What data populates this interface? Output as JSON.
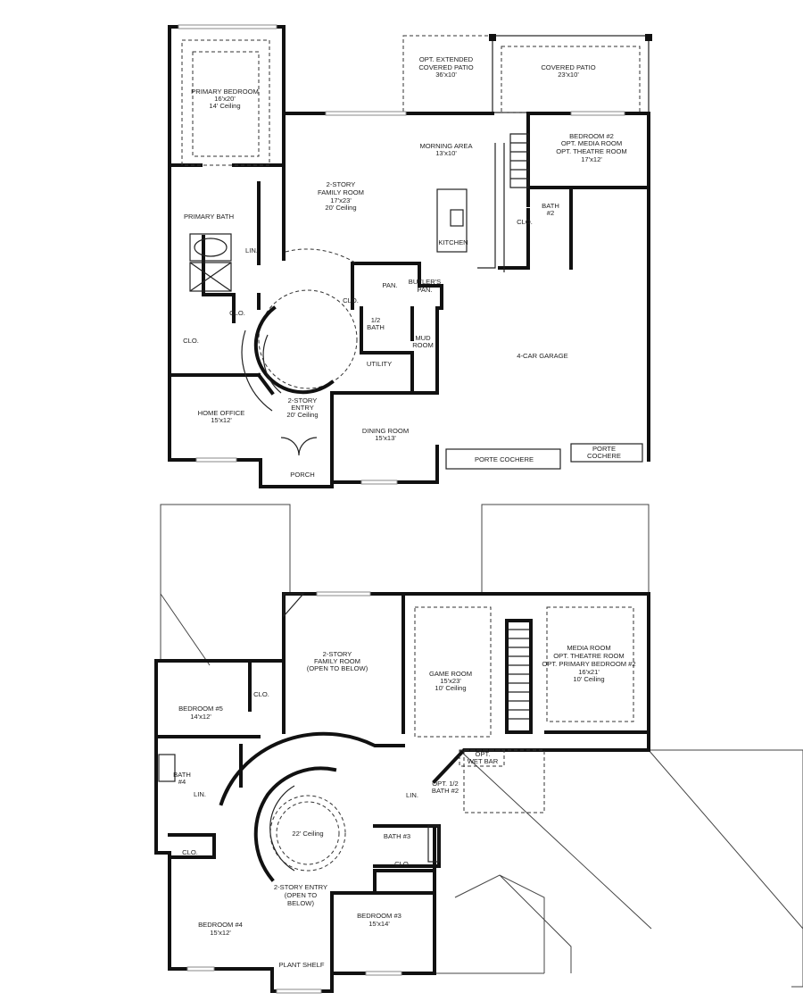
{
  "floor1": {
    "primary_bedroom": [
      "PRIMARY BEDROOM",
      "16'x20'",
      "14' Ceiling"
    ],
    "opt_patio": [
      "OPT. EXTENDED",
      "COVERED PATIO",
      "36'x10'"
    ],
    "covered_patio": [
      "COVERED PATIO",
      "23'x10'"
    ],
    "morning_area": [
      "MORNING AREA",
      "13'x10'"
    ],
    "bedroom2": [
      "BEDROOM #2",
      "OPT. MEDIA ROOM",
      "OPT. THEATRE ROOM",
      "17'x12'"
    ],
    "family_room": [
      "2-STORY",
      "FAMILY ROOM",
      "17'x23'",
      "20' Ceiling"
    ],
    "primary_bath": [
      "PRIMARY BATH"
    ],
    "kitchen": [
      "KITCHEN"
    ],
    "bath2": [
      "BATH",
      "#2"
    ],
    "clo_bath2": [
      "CLO."
    ],
    "lin": [
      "LIN."
    ],
    "pan": [
      "PAN."
    ],
    "butlers_pan": [
      "BUTLER'S",
      "PAN."
    ],
    "clo_entry": [
      "CLO."
    ],
    "half_bath": [
      "1/2",
      "BATH"
    ],
    "clo_primary1": [
      "CLO."
    ],
    "clo_primary2": [
      "CLO."
    ],
    "mud_room": [
      "MUD",
      "ROOM"
    ],
    "utility": [
      "UTILITY"
    ],
    "garage": [
      "4-CAR GARAGE"
    ],
    "entry": [
      "2-STORY",
      "ENTRY",
      "20' Ceiling"
    ],
    "home_office": [
      "HOME OFFICE",
      "15'x12'"
    ],
    "dining_room": [
      "DINING ROOM",
      "15'x13'"
    ],
    "porte_cochere1": [
      "PORTE COCHERE"
    ],
    "porte_cochere2": [
      "PORTE",
      "COCHERE"
    ],
    "porch": [
      "PORCH"
    ]
  },
  "floor2": {
    "family_room": [
      "2-STORY",
      "FAMILY ROOM",
      "(OPEN TO BELOW)"
    ],
    "game_room": [
      "GAME ROOM",
      "15'x23'",
      "10' Ceiling"
    ],
    "media_room": [
      "MEDIA ROOM",
      "OPT. THEATRE ROOM",
      "OPT. PRIMARY BEDROOM #2",
      "16'x21'",
      "10' Ceiling"
    ],
    "bedroom5": [
      "BEDROOM #5",
      "14'x12'"
    ],
    "clo_bed5": [
      "CLO."
    ],
    "opt_wet_bar": [
      "OPT.",
      "WET BAR"
    ],
    "bath4": [
      "BATH",
      "#4"
    ],
    "lin_bath4": [
      "LIN."
    ],
    "opt_half_bath2": [
      "OPT. 1/2",
      "BATH #2"
    ],
    "lin_hall": [
      "LIN."
    ],
    "ceiling": [
      "22' Ceiling"
    ],
    "bath3": [
      "BATH #3"
    ],
    "clo_bed4": [
      "CLO."
    ],
    "clo_bed3": [
      "CLO."
    ],
    "entry": [
      "2-STORY ENTRY",
      "(OPEN TO",
      "BELOW)"
    ],
    "bedroom4": [
      "BEDROOM #4",
      "15'x12'"
    ],
    "bedroom3": [
      "BEDROOM #3",
      "15'x14'"
    ],
    "plant_shelf": [
      "PLANT SHELF"
    ]
  }
}
